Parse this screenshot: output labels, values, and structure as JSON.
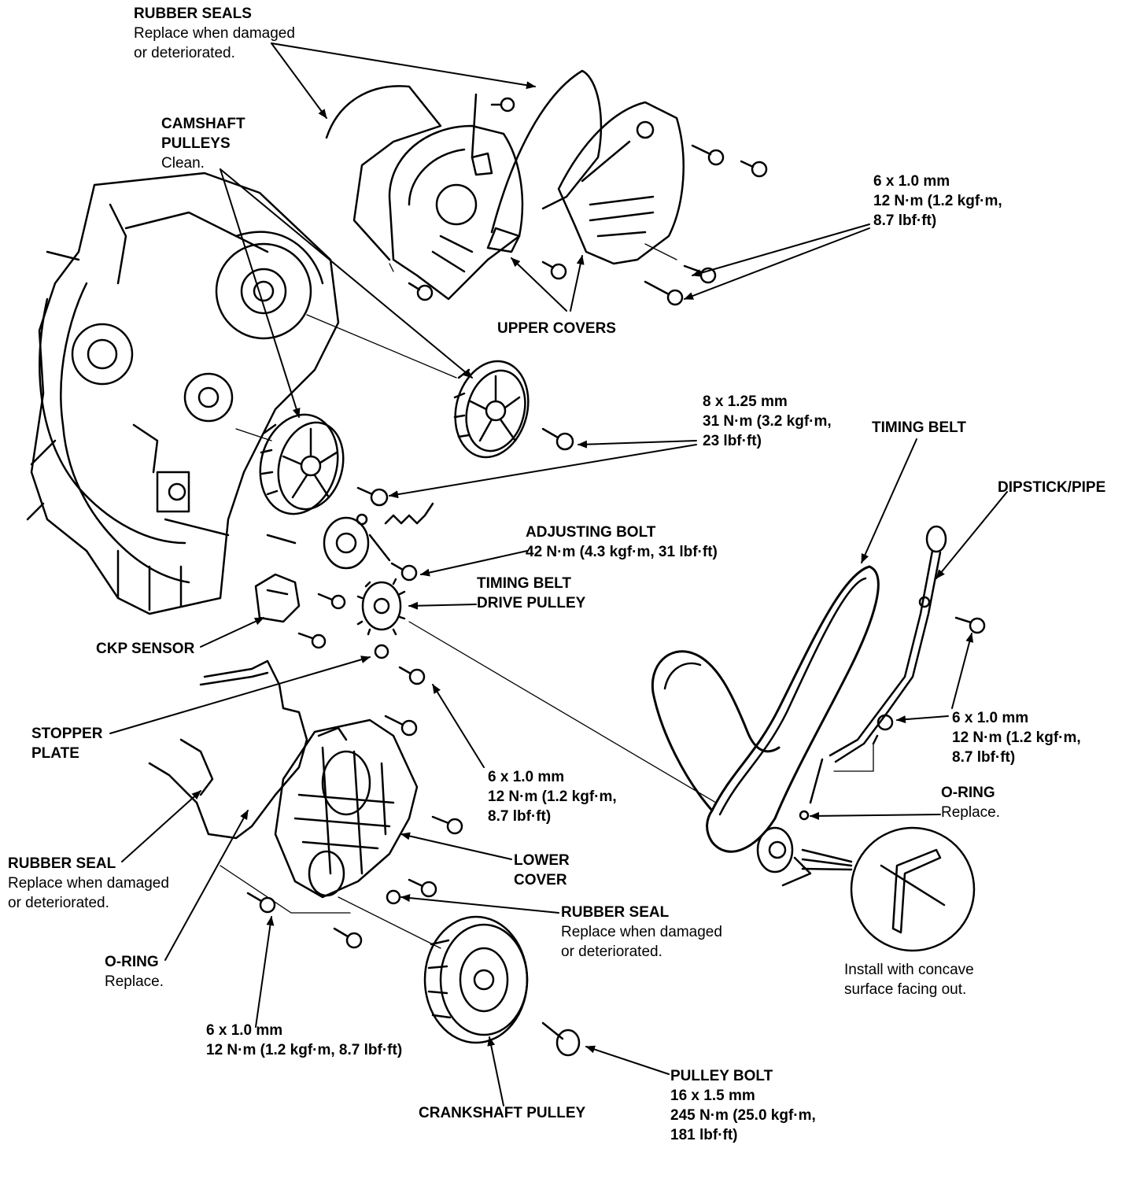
{
  "labels": {
    "rubber_seals_top": {
      "title": "RUBBER SEALS",
      "note": [
        "Replace when damaged",
        "or deteriorated."
      ]
    },
    "camshaft_pulleys": {
      "title": [
        "CAMSHAFT",
        "PULLEYS"
      ],
      "note": [
        "Clean."
      ]
    },
    "spec_upper_covers": {
      "lines": [
        "6 x 1.0 mm",
        "12 N·m (1.2 kgf·m,",
        "8.7 lbf·ft)"
      ]
    },
    "upper_covers": {
      "title": "UPPER COVERS"
    },
    "spec_camshaft": {
      "lines": [
        "8 x 1.25 mm",
        "31 N·m (3.2 kgf·m,",
        "23 lbf·ft)"
      ]
    },
    "timing_belt": {
      "title": "TIMING BELT"
    },
    "dipstick_pipe": {
      "title": "DIPSTICK/PIPE"
    },
    "adjusting_bolt": {
      "title": "ADJUSTING BOLT",
      "lines": [
        "42 N·m (4.3 kgf·m, 31 lbf·ft)"
      ]
    },
    "timing_belt_drive_pulley": {
      "title": [
        "TIMING BELT",
        "DRIVE PULLEY"
      ]
    },
    "ckp_sensor": {
      "title": "CKP SENSOR"
    },
    "stopper_plate": {
      "title": [
        "STOPPER",
        "PLATE"
      ]
    },
    "spec_lower_cover": {
      "lines": [
        "6 x 1.0 mm",
        "12 N·m (1.2 kgf·m,",
        "8.7 lbf·ft)"
      ]
    },
    "spec_dipstick": {
      "lines": [
        "6 x 1.0 mm",
        "12 N·m (1.2 kgf·m,",
        "8.7 lbf·ft)"
      ]
    },
    "o_ring_right": {
      "title": "O-RING",
      "note": [
        "Replace."
      ]
    },
    "rubber_seal_left": {
      "title": "RUBBER SEAL",
      "note": [
        "Replace when damaged",
        "or deteriorated."
      ]
    },
    "lower_cover": {
      "title": [
        "LOWER",
        "COVER"
      ]
    },
    "rubber_seal_mid": {
      "title": "RUBBER SEAL",
      "note": [
        "Replace when damaged",
        "or deteriorated."
      ]
    },
    "install_note": {
      "note": [
        "Install with concave",
        "surface facing out."
      ]
    },
    "o_ring_left": {
      "title": "O-RING",
      "note": [
        "Replace."
      ]
    },
    "spec_bottom": {
      "lines": [
        "6 x 1.0 mm",
        "12 N·m (1.2 kgf·m, 8.7 lbf·ft)"
      ]
    },
    "pulley_bolt": {
      "title": "PULLEY BOLT",
      "lines": [
        "16 x 1.5 mm",
        "245 N·m (25.0 kgf·m,",
        "181 lbf·ft)"
      ]
    },
    "crankshaft_pulley": {
      "title": "CRANKSHAFT PULLEY"
    }
  }
}
